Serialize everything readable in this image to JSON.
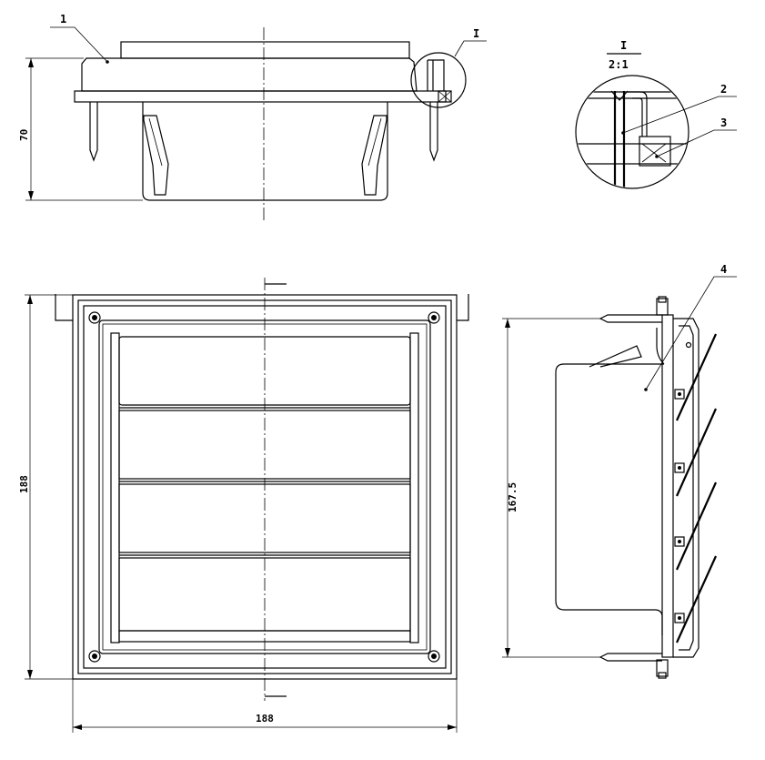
{
  "drawing": {
    "callouts": {
      "part_1": "1",
      "part_2": "2",
      "part_3": "3",
      "part_4": "4",
      "detail_ref": "I"
    },
    "detail_title": {
      "label": "I",
      "scale": "2:1"
    },
    "dimensions": {
      "height_side": "70",
      "height_front": "188",
      "width_front": "188",
      "height_section": "167.5"
    }
  }
}
